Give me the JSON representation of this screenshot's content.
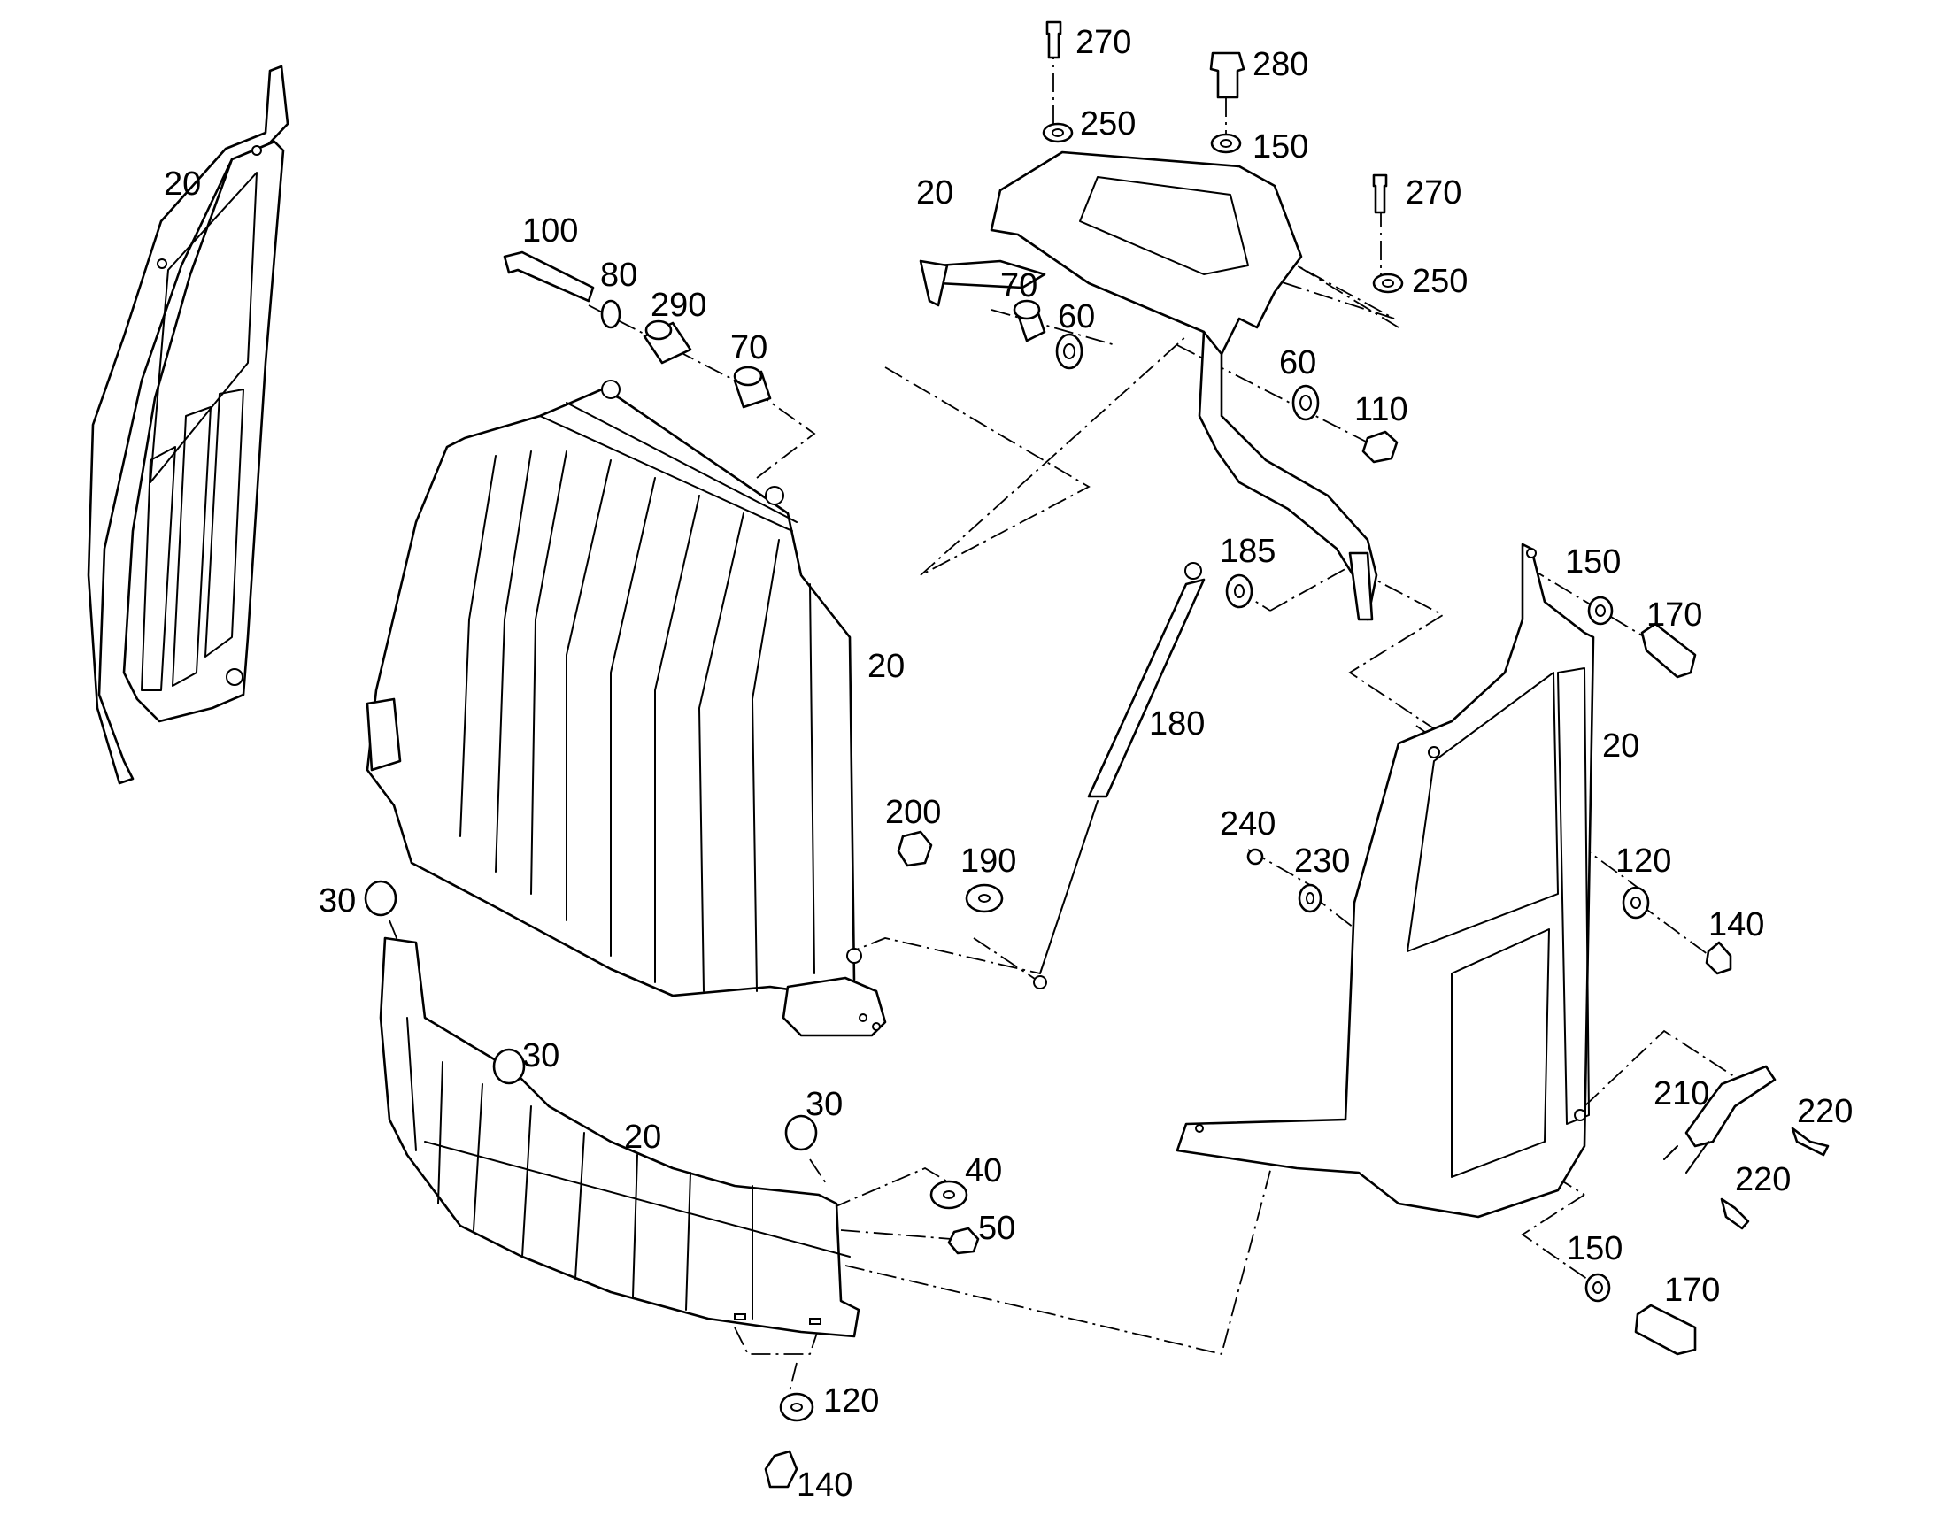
{
  "callouts": [
    "20",
    "270",
    "280",
    "250",
    "150",
    "20",
    "270",
    "250",
    "100",
    "80",
    "290",
    "70",
    "70",
    "60",
    "60",
    "110",
    "185",
    "150",
    "170",
    "20",
    "180",
    "20",
    "200",
    "190",
    "240",
    "230",
    "120",
    "140",
    "30",
    "30",
    "30",
    "20",
    "40",
    "50",
    "210",
    "220",
    "220",
    "150",
    "170",
    "120",
    "140"
  ],
  "colors": {
    "line": "#000000",
    "background": "#ffffff"
  }
}
